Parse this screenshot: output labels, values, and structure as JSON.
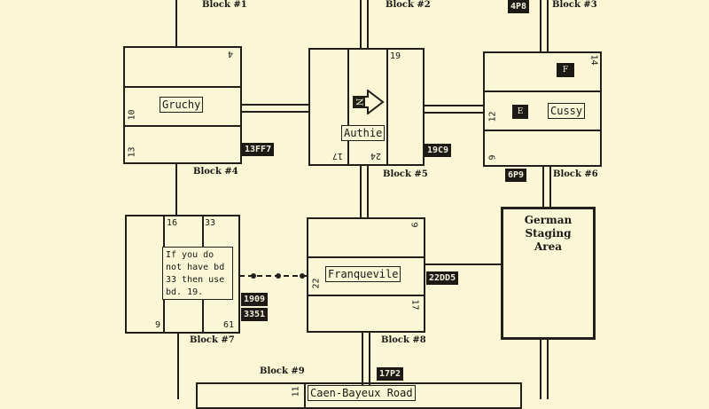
{
  "blocks": {
    "b1": "Block #1",
    "b2": "Block #2",
    "b3": "Block #3",
    "b4": "Block #4",
    "b5": "Block #5",
    "b6": "Block #6",
    "b7": "Block #7",
    "b8": "Block #8",
    "b9": "Block #9"
  },
  "towns": {
    "gruchy": "Gruchy",
    "authie": "Authie",
    "cussy": "Cussy",
    "franqueville": "Franquevile",
    "road": "Caen-Bayeux Road",
    "staging": [
      "German",
      "Staging",
      "Area"
    ]
  },
  "tags": {
    "t13FF7": "13FF7",
    "t19C9": "19C9",
    "t4P8": "4P8",
    "t6P9": "6P9",
    "t1909": "1909",
    "t3351": "3351",
    "t22DD5": "22DD5",
    "t17P2": "17P2"
  },
  "numbers": {
    "g4": "4",
    "g10": "10",
    "g13": "13",
    "a19": "19",
    "a17": "17",
    "a24": "24",
    "c14": "14",
    "c12": "12",
    "c9": "9",
    "b16": "16",
    "b33": "33",
    "b9": "9",
    "b61": "61",
    "f9": "9",
    "f22": "22",
    "f17": "17",
    "r11": "11"
  },
  "markers": {
    "north": "N",
    "f": "F",
    "e": "E"
  },
  "note": "If you do not have bd 33 then use bd. 19."
}
